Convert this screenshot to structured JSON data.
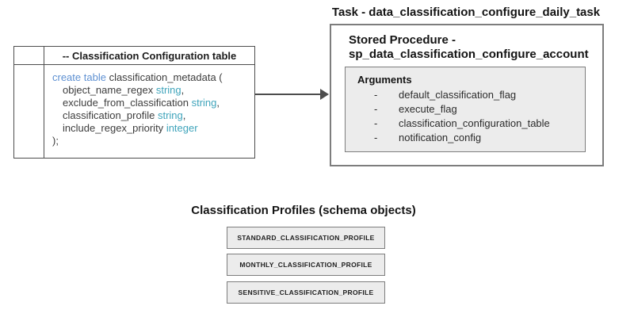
{
  "colors": {
    "keyword_blue": "#5e90d2",
    "type_teal": "#3fa4bb",
    "box_fill_gray": "#ececec",
    "border_gray": "#7d7d7d",
    "line_dark": "#4d4d4d"
  },
  "left_table": {
    "header": "-- Classification Configuration table",
    "code": {
      "keyword": "create table",
      "table_name": "classification_metadata (",
      "fields": [
        {
          "name": "object_name_regex",
          "type": "string",
          "sep": ","
        },
        {
          "name": "exclude_from_classification",
          "type": "string",
          "sep": ","
        },
        {
          "name": "classification_profile",
          "type": "string",
          "sep": ","
        },
        {
          "name": "include_regex_priority",
          "type": "integer",
          "sep": ""
        }
      ],
      "close": ");"
    }
  },
  "task": {
    "title": "Task - data_classification_configure_daily_task",
    "stored_procedure_line1": "Stored Procedure -",
    "stored_procedure_line2": "sp_data_classification_configure_account",
    "arguments": {
      "title": "Arguments",
      "bullet": "-",
      "items": [
        "default_classification_flag",
        "execute_flag",
        "classification_configuration_table",
        "notification_config"
      ]
    }
  },
  "profiles": {
    "title": "Classification Profiles (schema objects)",
    "items": [
      "STANDARD_CLASSIFICATION_PROFILE",
      "MONTHLY_CLASSIFICATION_PROFILE",
      "SENSITIVE_CLASSIFICATION_PROFILE"
    ]
  }
}
